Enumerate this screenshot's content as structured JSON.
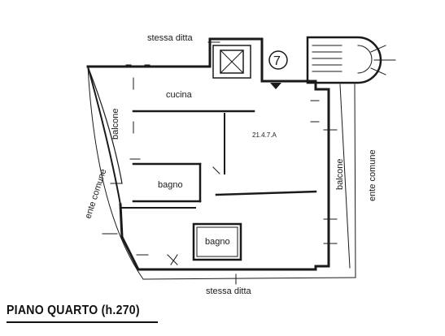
{
  "floor_title": "PIANO QUARTO (h.270)",
  "labels": {
    "top_neighbor": "stessa ditta",
    "bottom_neighbor": "stessa ditta",
    "left_common": "ente comune",
    "right_common": "ente comune",
    "left_balcony": "balcone",
    "right_balcony": "balcone",
    "kitchen": "cucina",
    "bathroom_1": "bagno",
    "bathroom_2": "bagno",
    "unit_code": "21.4.7.A",
    "stair_number": "7"
  },
  "icons": [
    "elevator-icon",
    "stair-icon",
    "north-arrow-icon"
  ],
  "colors": {
    "line": "#1a1a1a",
    "background": "#ffffff"
  }
}
